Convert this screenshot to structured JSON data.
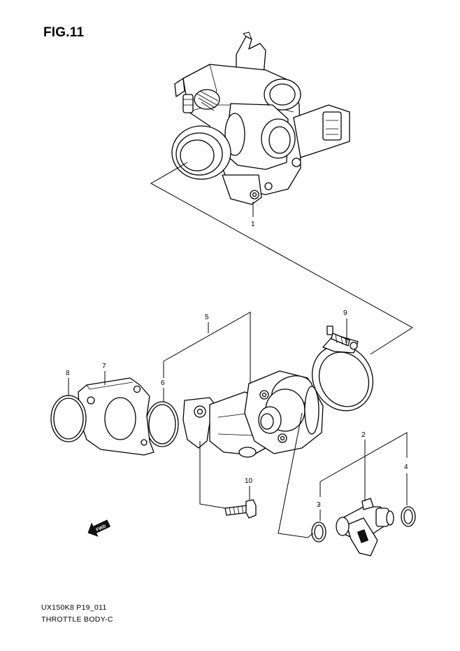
{
  "figure": {
    "title": "FIG.11",
    "code": "UX150K8 P19_011",
    "name": "THROTTLE BODY-C"
  },
  "callouts": [
    "1",
    "2",
    "3",
    "4",
    "5",
    "6",
    "7",
    "8",
    "9",
    "10"
  ],
  "direction_badge": {
    "label": "FWD",
    "icon": "fwd-arrow-icon"
  },
  "colors": {
    "ink": "#000000",
    "paper": "#ffffff"
  }
}
